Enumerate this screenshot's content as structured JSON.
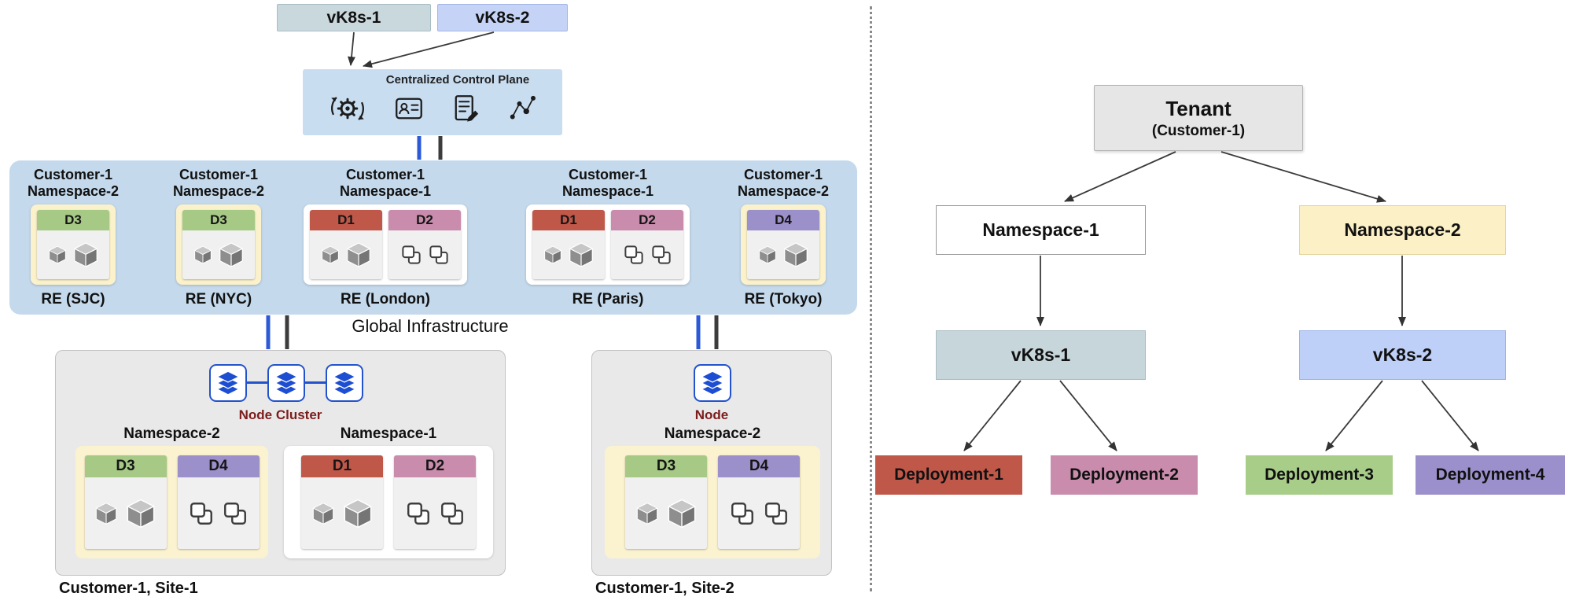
{
  "left": {
    "vk8s": [
      {
        "label": "vK8s-1"
      },
      {
        "label": "vK8s-2"
      }
    ],
    "control_plane": {
      "title": "Centralized Control Plane",
      "icons": [
        "automation-gear-icon",
        "identity-card-icon",
        "audit-log-icon",
        "metrics-graph-icon"
      ]
    },
    "global": {
      "label": "Global Infrastructure",
      "sites": [
        {
          "customer": "Customer-1",
          "namespace": "Namespace-2",
          "re": "RE (SJC)",
          "theme": "yellow",
          "deployments": [
            {
              "name": "D3",
              "icon": "pod-cubes"
            }
          ]
        },
        {
          "customer": "Customer-1",
          "namespace": "Namespace-2",
          "re": "RE (NYC)",
          "theme": "yellow",
          "deployments": [
            {
              "name": "D3",
              "icon": "pod-cubes"
            }
          ]
        },
        {
          "customer": "Customer-1",
          "namespace": "Namespace-1",
          "re": "RE (London)",
          "theme": "white",
          "deployments": [
            {
              "name": "D1",
              "icon": "pod-cubes"
            },
            {
              "name": "D2",
              "icon": "replica-copies"
            }
          ]
        },
        {
          "customer": "Customer-1",
          "namespace": "Namespace-1",
          "re": "RE (Paris)",
          "theme": "white",
          "deployments": [
            {
              "name": "D1",
              "icon": "pod-cubes"
            },
            {
              "name": "D2",
              "icon": "replica-copies"
            }
          ]
        },
        {
          "customer": "Customer-1",
          "namespace": "Namespace-2",
          "re": "RE (Tokyo)",
          "theme": "yellow",
          "deployments": [
            {
              "name": "D4",
              "icon": "pod-cubes"
            }
          ]
        }
      ]
    },
    "customer_sites": [
      {
        "label": "Customer-1, Site-1",
        "node_label": "Node Cluster",
        "node_count": 3,
        "namespaces": [
          {
            "name": "Namespace-2",
            "theme": "yellow",
            "deployments": [
              {
                "name": "D3",
                "icon": "pod-cubes"
              },
              {
                "name": "D4",
                "icon": "replica-copies"
              }
            ]
          },
          {
            "name": "Namespace-1",
            "theme": "white",
            "deployments": [
              {
                "name": "D1",
                "icon": "pod-cubes"
              },
              {
                "name": "D2",
                "icon": "replica-copies"
              }
            ]
          }
        ]
      },
      {
        "label": "Customer-1, Site-2",
        "node_label": "Node",
        "node_count": 1,
        "namespaces": [
          {
            "name": "Namespace-2",
            "theme": "yellow",
            "deployments": [
              {
                "name": "D3",
                "icon": "pod-cubes"
              },
              {
                "name": "D4",
                "icon": "replica-copies"
              }
            ]
          }
        ]
      }
    ]
  },
  "right": {
    "tenant": {
      "title": "Tenant",
      "subtitle": "(Customer-1)"
    },
    "namespaces": [
      {
        "label": "Namespace-1"
      },
      {
        "label": "Namespace-2"
      }
    ],
    "vk8s": [
      {
        "label": "vK8s-1"
      },
      {
        "label": "vK8s-2"
      }
    ],
    "deployments": [
      {
        "label": "Deployment-1"
      },
      {
        "label": "Deployment-2"
      },
      {
        "label": "Deployment-3"
      },
      {
        "label": "Deployment-4"
      }
    ]
  },
  "colors": {
    "d1_red": "#c0584a",
    "d2_pink": "#c98cac",
    "d3_green": "#a6ca86",
    "d4_purple": "#9c90ca",
    "vk8s1_fill": "#c9d8dd",
    "vk8s2_fill": "#c4d3f6",
    "control_plane_fill": "#c9ddf1",
    "global_band_fill": "#c4d9ec",
    "namespace_yellow": "#fbf2cb",
    "site_gray": "#e9e9e9",
    "node_blue": "#2353cc",
    "node_label_maroon": "#7c1d1d",
    "connector_blue": "#2b59d8",
    "connector_dark": "#3c3c3c"
  }
}
